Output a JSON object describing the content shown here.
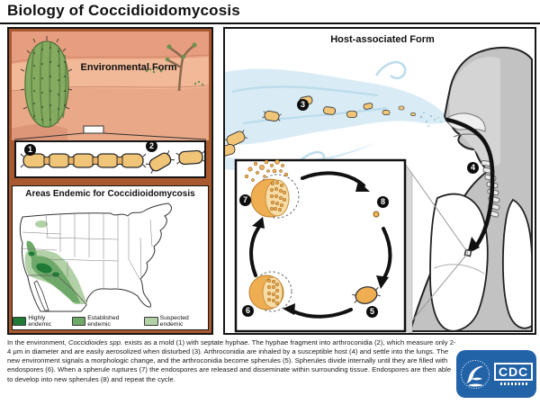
{
  "title": "Biology of Coccidioidomycosis",
  "environmental": {
    "label": "Environmental Form"
  },
  "endemic_map": {
    "title": "Areas Endemic for Coccidioidomycosis",
    "legend": [
      {
        "label": "Highly endemic",
        "color": "#1f7a36"
      },
      {
        "label": "Established endemic",
        "color": "#6fa96a"
      },
      {
        "label": "Suspected endemic",
        "color": "#b3d1a6"
      }
    ]
  },
  "host": {
    "label": "Host-associated Form"
  },
  "badges": {
    "b1": "1",
    "b2": "2",
    "b3": "3",
    "b4": "4",
    "b5": "5",
    "b6": "6",
    "b7": "7",
    "b8": "8"
  },
  "caption": {
    "part1": "In the environment, ",
    "species": "Coccidioides spp.",
    "part2": " exists as a mold (1) with septate hyphae. The hyphae fragment into arthroconidia (2), which measure only 2-4 μm in diameter and are easily aerosolized when disturbed (3). Arthroconidia are inhaled by a susceptible host (4) and settle into the lungs. The new environment signals a morphologic change, and the arthroconidia become spherules (5). Spherules divide internally until they are filled with endospores (6). When a spherule ruptures (7) the endospores are released and disseminate within surrounding tissue.  Endospores are then able to develop into new spherules (8) and repeat the cycle."
  },
  "logo": {
    "text": "CDC"
  },
  "colors": {
    "frame_rust": "#a9592f",
    "wind_blue": "#d9ecf6",
    "spore_orange": "#f1c578",
    "silhouette_gray": "#c2c2c2",
    "logo_blue": "#2263a8",
    "map_highly": "#1f7a36",
    "map_established": "#6fa96a",
    "map_suspected": "#b3d1a6"
  }
}
